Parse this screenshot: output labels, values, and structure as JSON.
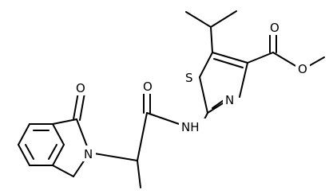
{
  "structure": {
    "atoms": {
      "S": "S",
      "N_ring": "N",
      "NH": "NH",
      "N_isoindolinone": "N",
      "O_ketone": "O",
      "O_amide": "O",
      "O_ester_carbonyl": "O",
      "O_ester": "O"
    }
  }
}
